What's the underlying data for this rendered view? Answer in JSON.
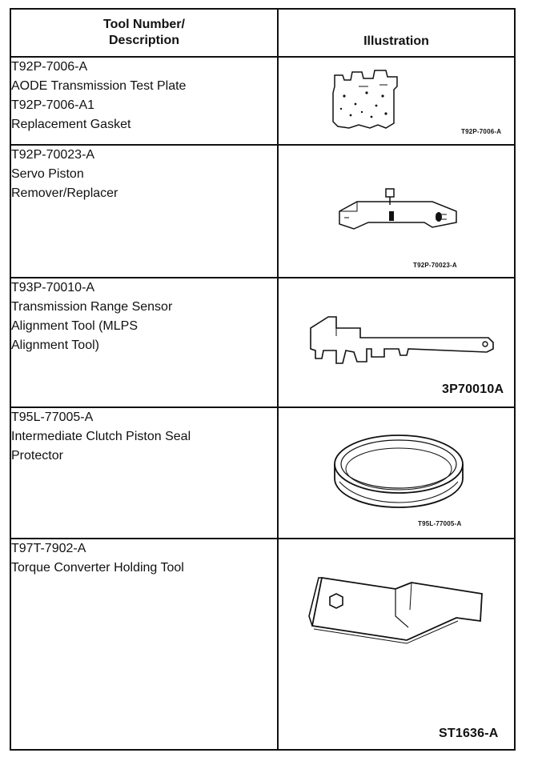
{
  "table": {
    "headers": {
      "description_line1": "Tool Number/",
      "description_line2": "Description",
      "illustration": "Illustration"
    },
    "rows": [
      {
        "lines": [
          "T92P-7006-A",
          "AODE Transmission Test Plate",
          "T92P-7006-A1",
          "Replacement Gasket"
        ],
        "figure_code": "T92P-7006-A",
        "icon": "test-plate-icon"
      },
      {
        "lines": [
          "T92P-70023-A",
          "Servo Piston",
          "Remover/Replacer"
        ],
        "figure_code": "T92P-70023-A",
        "icon": "servo-piston-tool-icon"
      },
      {
        "lines": [
          "T93P-70010-A",
          "Transmission Range Sensor",
          "Alignment Tool (MLPS",
          "Alignment Tool)"
        ],
        "figure_code": "3P70010A",
        "icon": "alignment-tool-icon"
      },
      {
        "lines": [
          "T95L-77005-A",
          "Intermediate Clutch Piston Seal",
          "Protector"
        ],
        "figure_code": "T95L-77005-A",
        "icon": "seal-protector-ring-icon"
      },
      {
        "lines": [
          "T97T-7902-A",
          "Torque Converter Holding Tool"
        ],
        "figure_code": "ST1636-A",
        "icon": "torque-converter-holding-tool-icon"
      }
    ]
  }
}
